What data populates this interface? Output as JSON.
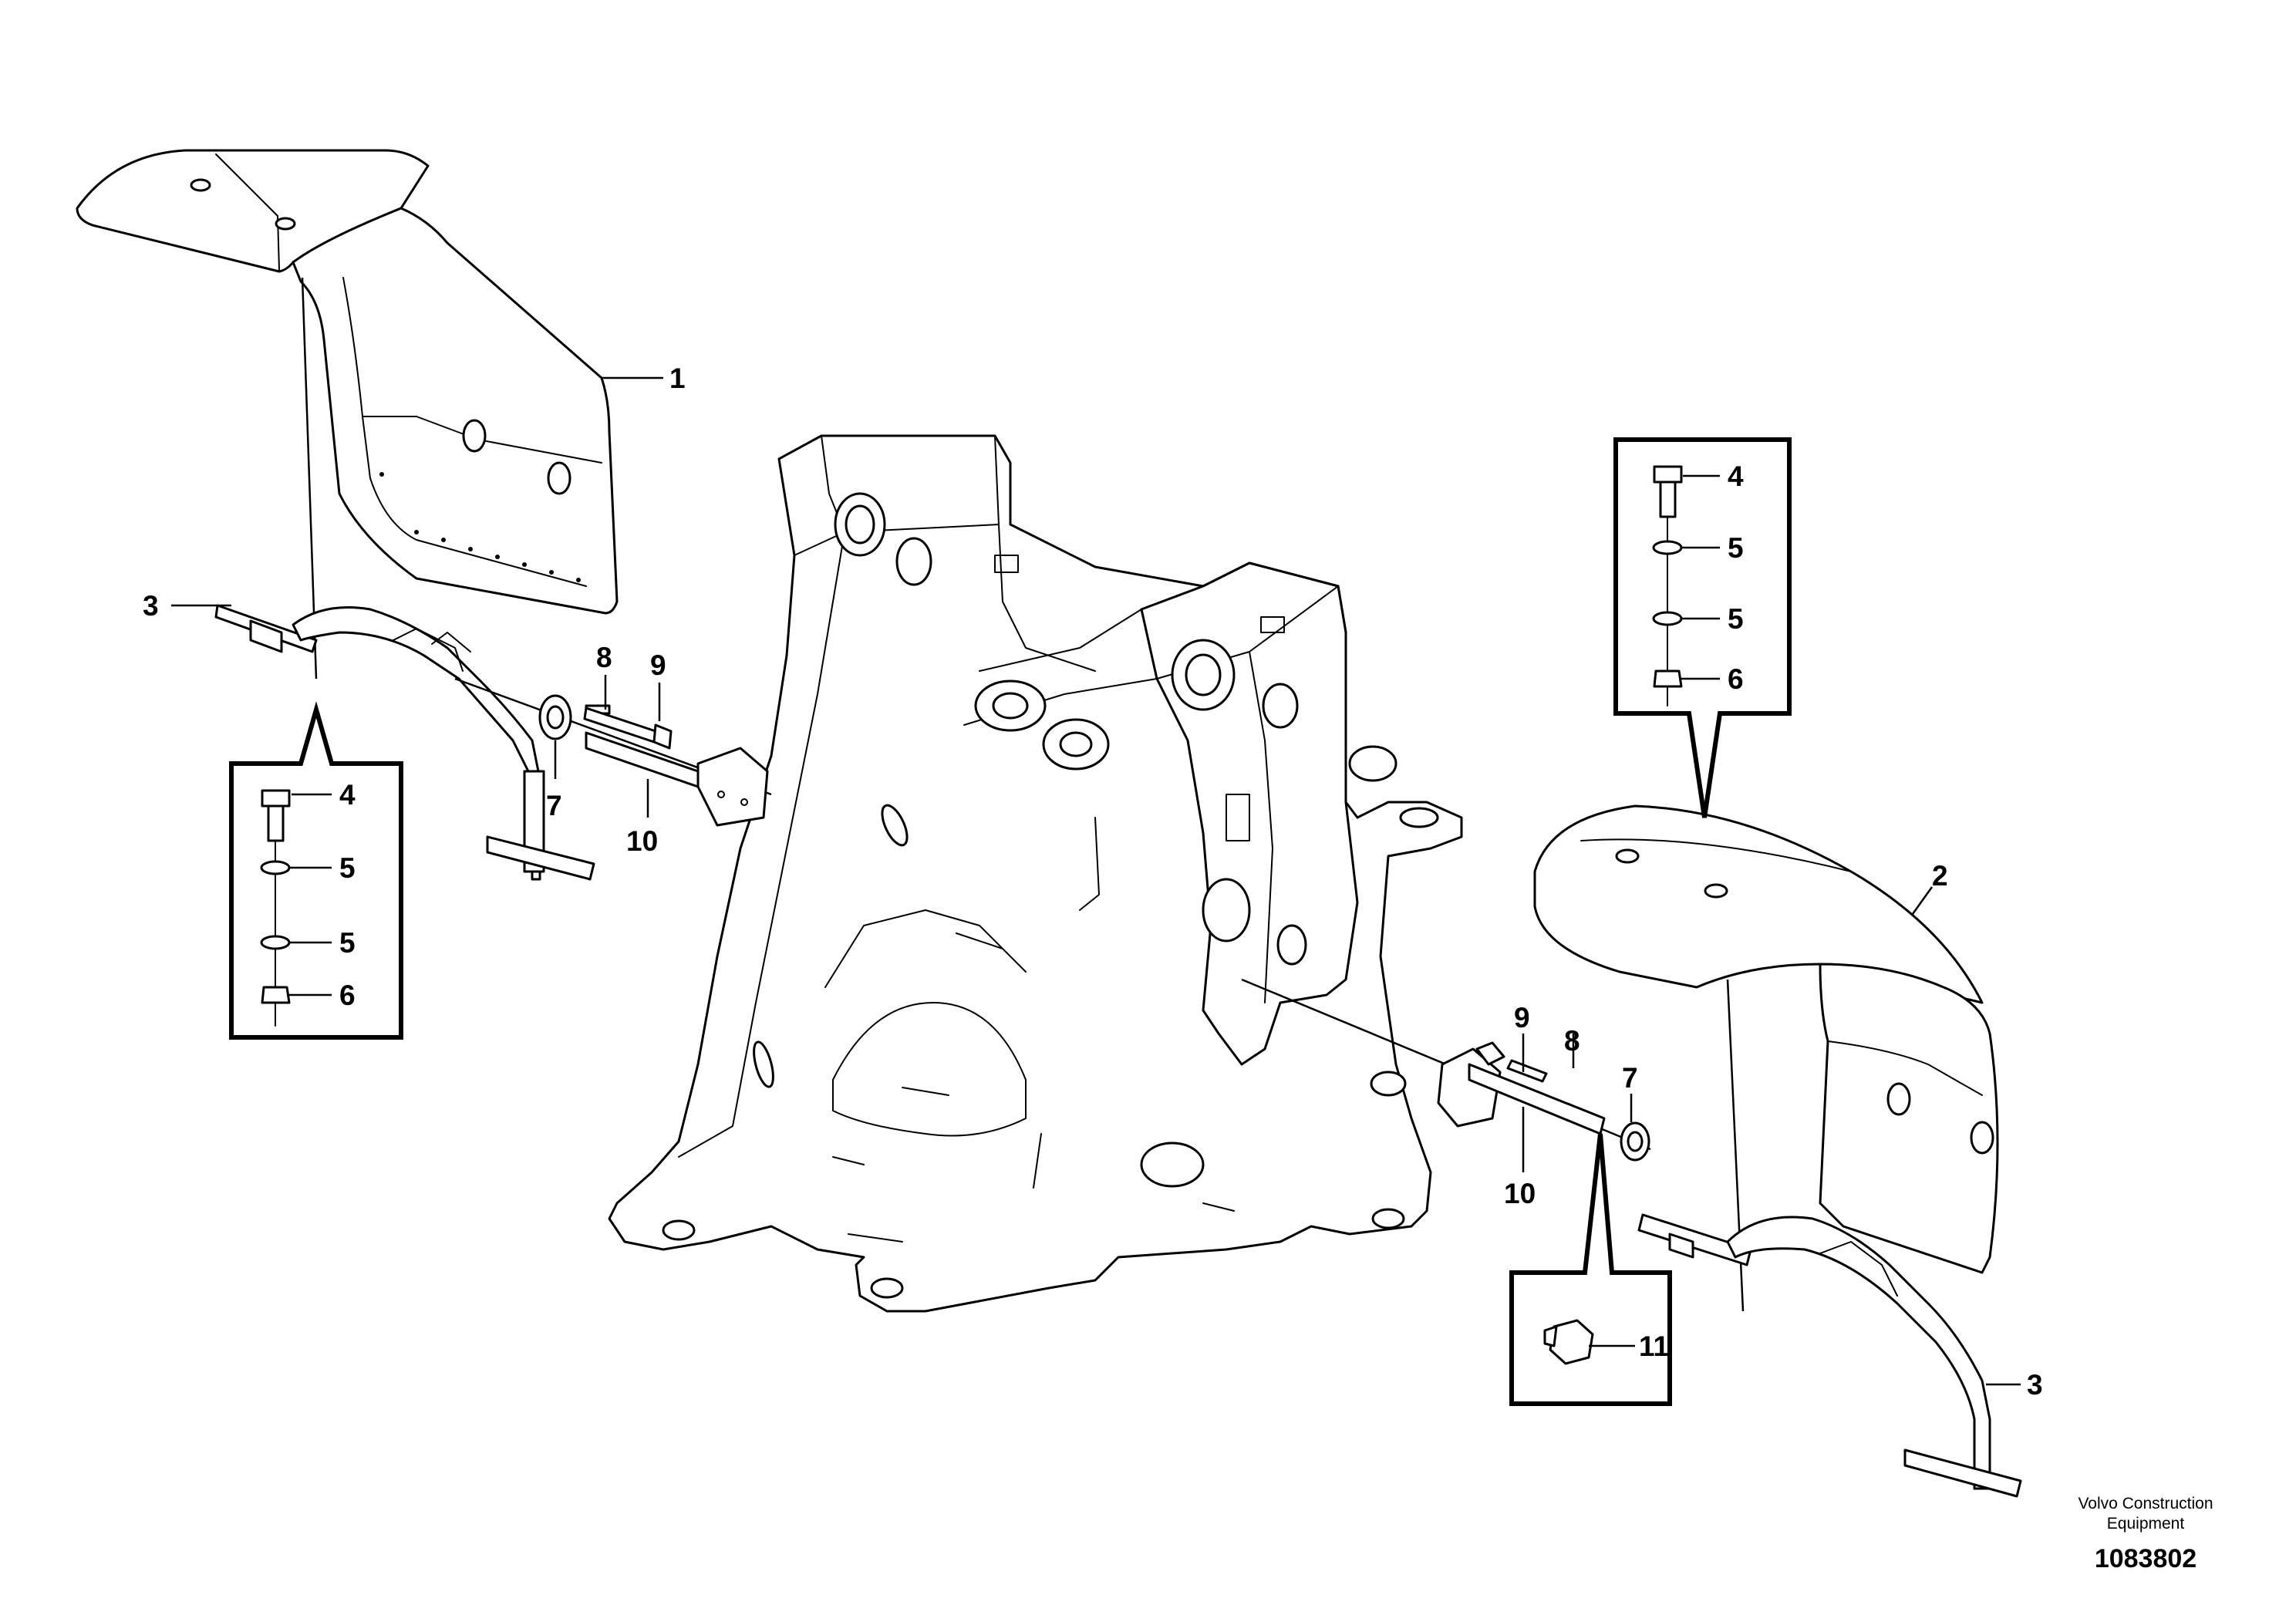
{
  "callouts": {
    "c1": "1",
    "c2": "2",
    "c3_left": "3",
    "c3_right": "3",
    "box_left": {
      "c4": "4",
      "c5a": "5",
      "c5b": "5",
      "c6": "6"
    },
    "box_right": {
      "c4": "4",
      "c5a": "5",
      "c5b": "5",
      "c6": "6"
    },
    "c7_left": "7",
    "c8_left": "8",
    "c9_left": "9",
    "c10_left": "10",
    "c7_right": "7",
    "c8_right": "8",
    "c9_right": "9",
    "c10_right": "10",
    "c11": "11"
  },
  "credit": {
    "line1": "Volvo Construction",
    "line2": "Equipment"
  },
  "document_number": "1083802"
}
